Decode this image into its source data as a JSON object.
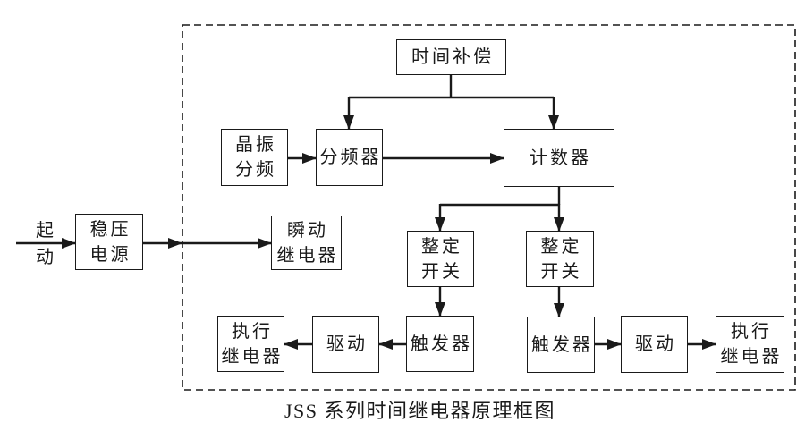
{
  "diagram": {
    "caption": "JSS 系列时间继电器原理框图",
    "start_label": {
      "lines": [
        "起",
        "动"
      ]
    },
    "nodes": {
      "time_compensation": {
        "lines": [
          "时间补偿"
        ]
      },
      "crystal_osc_divider": {
        "lines": [
          "晶振",
          "分频"
        ]
      },
      "frequency_divider": {
        "lines": [
          "分频器"
        ]
      },
      "counter": {
        "lines": [
          "计数器"
        ]
      },
      "regulated_power_supply": {
        "lines": [
          "稳压",
          "电源"
        ]
      },
      "instantaneous_relay": {
        "lines": [
          "瞬动",
          "继电器"
        ]
      },
      "setting_switch_left": {
        "lines": [
          "整定",
          "开关"
        ]
      },
      "setting_switch_right": {
        "lines": [
          "整定",
          "开关"
        ]
      },
      "trigger_left": {
        "lines": [
          "触发器"
        ]
      },
      "trigger_right": {
        "lines": [
          "触发器"
        ]
      },
      "drive_left": {
        "lines": [
          "驱动"
        ]
      },
      "drive_right": {
        "lines": [
          "驱动"
        ]
      },
      "executive_relay_left": {
        "lines": [
          "执行",
          "继电器"
        ]
      },
      "executive_relay_right": {
        "lines": [
          "执行",
          "继电器"
        ]
      }
    },
    "colors": {
      "line": "#1a1a1a",
      "background": "#ffffff"
    }
  }
}
